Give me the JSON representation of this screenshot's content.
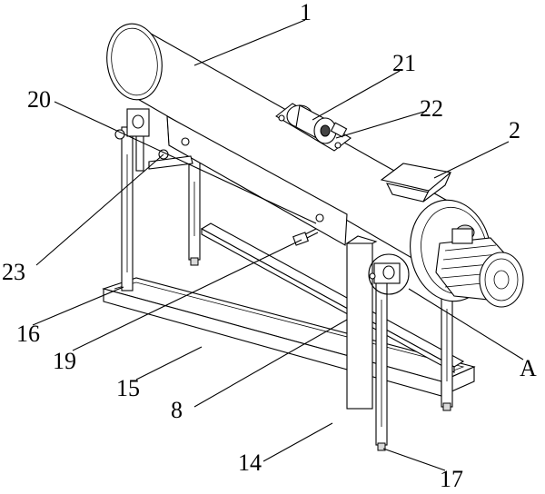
{
  "labels": [
    {
      "id": "1",
      "text": "1"
    },
    {
      "id": "2",
      "text": "2"
    },
    {
      "id": "20",
      "text": "20"
    },
    {
      "id": "21",
      "text": "21"
    },
    {
      "id": "22",
      "text": "22"
    },
    {
      "id": "23",
      "text": "23"
    },
    {
      "id": "16",
      "text": "16"
    },
    {
      "id": "19",
      "text": "19"
    },
    {
      "id": "15",
      "text": "15"
    },
    {
      "id": "8",
      "text": "8"
    },
    {
      "id": "A",
      "text": "A"
    },
    {
      "id": "14",
      "text": "14"
    },
    {
      "id": "17",
      "text": "17"
    }
  ]
}
